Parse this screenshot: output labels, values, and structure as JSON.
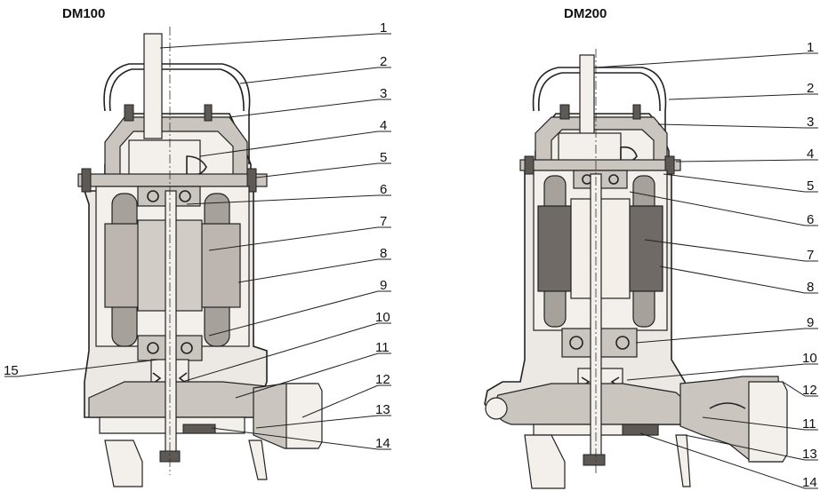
{
  "diagrams": [
    {
      "title": "DM100",
      "callouts": [
        "1",
        "2",
        "3",
        "4",
        "5",
        "6",
        "7",
        "8",
        "9",
        "10",
        "11",
        "12",
        "13",
        "14",
        "15"
      ]
    },
    {
      "title": "DM200",
      "callouts": [
        "1",
        "2",
        "3",
        "4",
        "5",
        "6",
        "7",
        "8",
        "9",
        "10",
        "12",
        "11",
        "13",
        "14"
      ]
    }
  ],
  "colors": {
    "casing": "#ece8e3",
    "cast_iron": "#cbc5bf",
    "stator_dm100": "#bdb6b0",
    "stator_dm200": "#6f6a66",
    "outline": "#222222"
  }
}
